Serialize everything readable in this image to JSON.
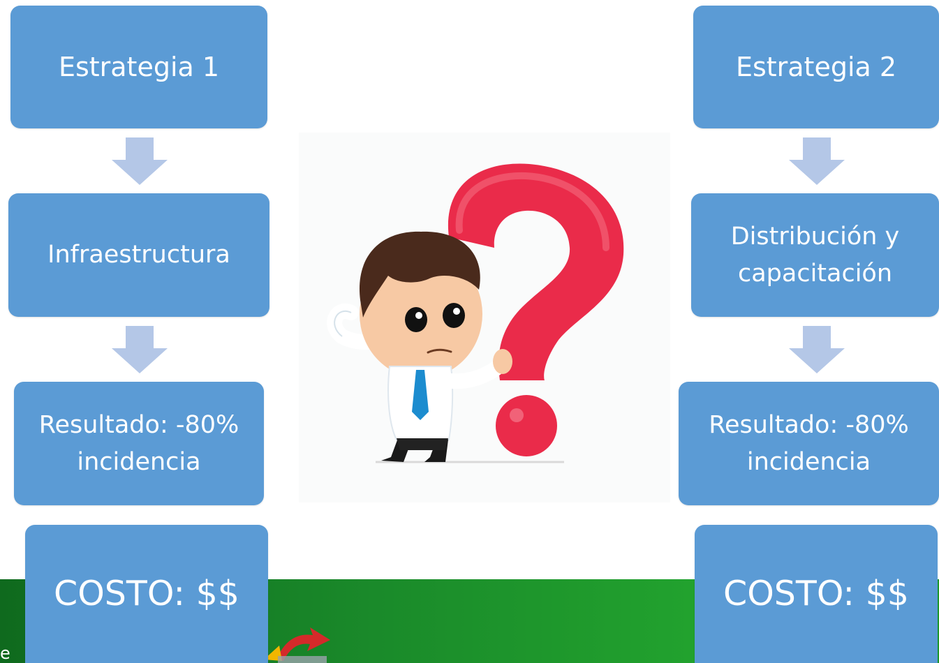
{
  "colors": {
    "box_fill": "#5b9bd5",
    "arrow_fill": "#b4c7e7",
    "footer_green": "#1a8a2a",
    "question_mark_red": "#ea2b4a"
  },
  "left_column": {
    "strategy": "Estrategia 1",
    "action": "Infraestructura",
    "result_line1": "Resultado: -80%",
    "result_line2": "incidencia",
    "cost": "COSTO: $$"
  },
  "right_column": {
    "strategy": "Estrategia 2",
    "action_line1": "Distribución y",
    "action_line2": "capacitación",
    "result_line1": "Resultado: -80%",
    "result_line2": "incidencia",
    "cost": "COSTO: $$"
  },
  "center_image": {
    "icon": "confused-man-question-mark-icon"
  },
  "footer": {
    "partial_text": "e",
    "logo_icon": "arrow-logo-icon"
  }
}
